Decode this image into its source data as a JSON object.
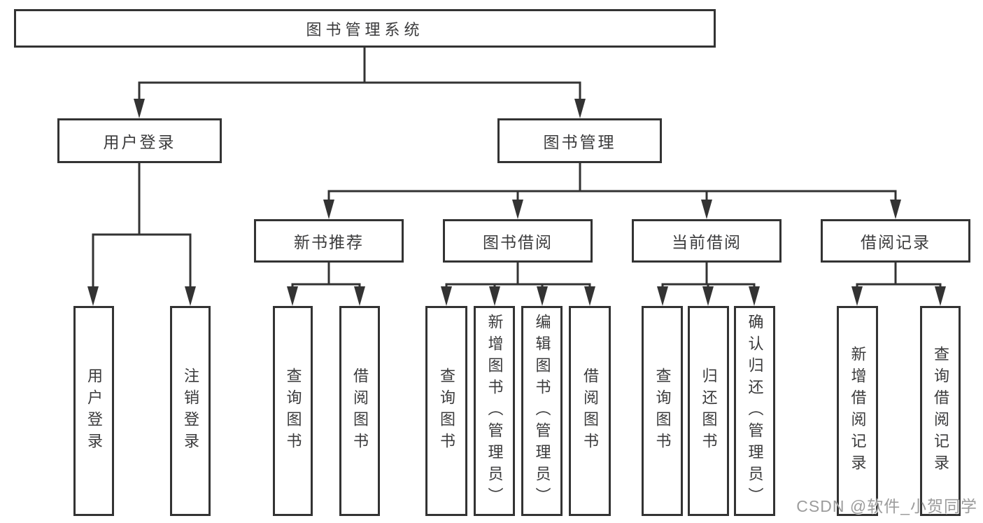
{
  "colors": {
    "line": "#333333",
    "text": "#3b3b3c",
    "watermark": "#9c9c9c",
    "background": "#ffffff"
  },
  "watermark": "CSDN @软件_小贺同学",
  "tree": {
    "label": "图书管理系统",
    "children": [
      {
        "label": "用户登录",
        "children": [
          {
            "label": "用户登录"
          },
          {
            "label": "注销登录"
          }
        ]
      },
      {
        "label": "图书管理",
        "children": [
          {
            "label": "新书推荐",
            "children": [
              {
                "label": "查询图书"
              },
              {
                "label": "借阅图书"
              }
            ]
          },
          {
            "label": "图书借阅",
            "children": [
              {
                "label": "查询图书"
              },
              {
                "label": "新增图书（管理员）"
              },
              {
                "label": "编辑图书（管理员）"
              },
              {
                "label": "借阅图书"
              }
            ]
          },
          {
            "label": "当前借阅",
            "children": [
              {
                "label": "查询图书"
              },
              {
                "label": "归还图书"
              },
              {
                "label": "确认归还（管理员）"
              }
            ]
          },
          {
            "label": "借阅记录",
            "children": [
              {
                "label": "新增借阅记录"
              },
              {
                "label": "查询借阅记录"
              }
            ]
          }
        ]
      }
    ]
  }
}
